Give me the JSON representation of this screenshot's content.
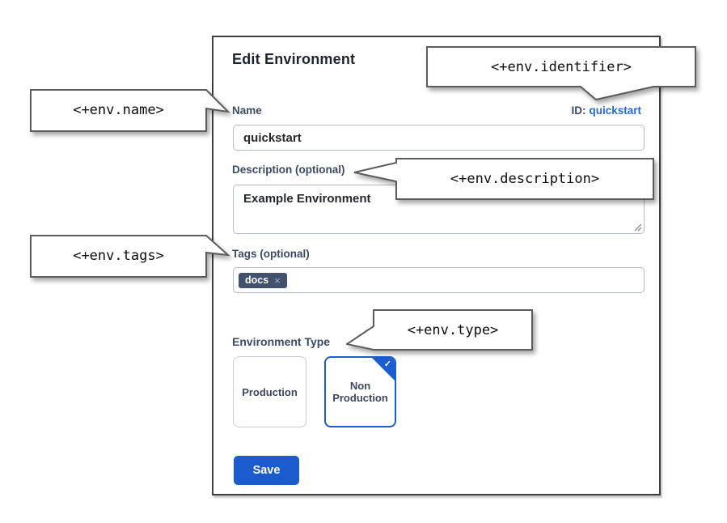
{
  "dialog": {
    "title": "Edit Environment",
    "id_label": "ID:",
    "id_value": "quickstart",
    "fields": {
      "name": {
        "label": "Name",
        "value": "quickstart"
      },
      "description": {
        "label": "Description (optional)",
        "value": "Example Environment"
      },
      "tags": {
        "label": "Tags (optional)",
        "tag": "docs"
      }
    },
    "environment_type": {
      "label": "Environment Type",
      "options": [
        {
          "label": "Production",
          "selected": false
        },
        {
          "label": "Non Production",
          "selected": true
        }
      ]
    },
    "save_label": "Save"
  },
  "callouts": {
    "name": "<+env.name>",
    "identifier": "<+env.identifier>",
    "description": "<+env.description>",
    "tags": "<+env.tags>",
    "type": "<+env.type>"
  },
  "icons": {
    "check": "✓",
    "remove": "×"
  },
  "colors": {
    "accent_blue": "#1b5cd0",
    "link_blue": "#2368dd",
    "label_navy": "#3b4a63",
    "tag_slate": "#42526e",
    "dialog_border": "#3d3d3d"
  }
}
